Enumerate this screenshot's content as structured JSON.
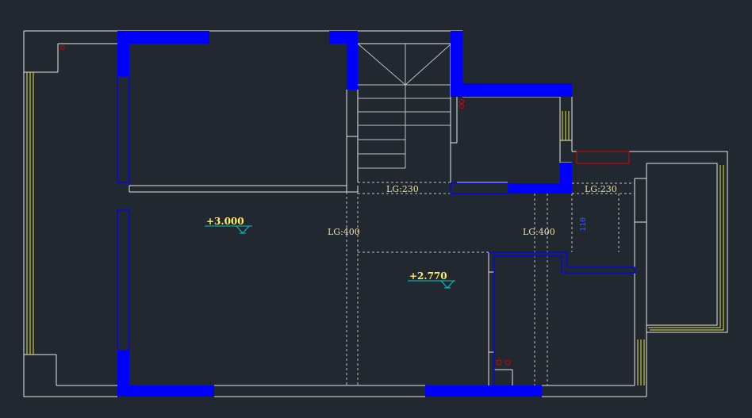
{
  "plan": {
    "levels": [
      "+3.000",
      "+2.770"
    ],
    "beam_labels": [
      "LG:230",
      "LG:400",
      "LG:400",
      "LG:230"
    ],
    "dimension": "110",
    "colors": {
      "background": "#212830",
      "wall_outline": "#e6e6e6",
      "shear_wall": "#0000ff",
      "window_glass": "#e6e63a",
      "level_mark": "#00c8c8",
      "red_marks": "#e00000",
      "hidden_beam": "#bfbfbf"
    }
  }
}
